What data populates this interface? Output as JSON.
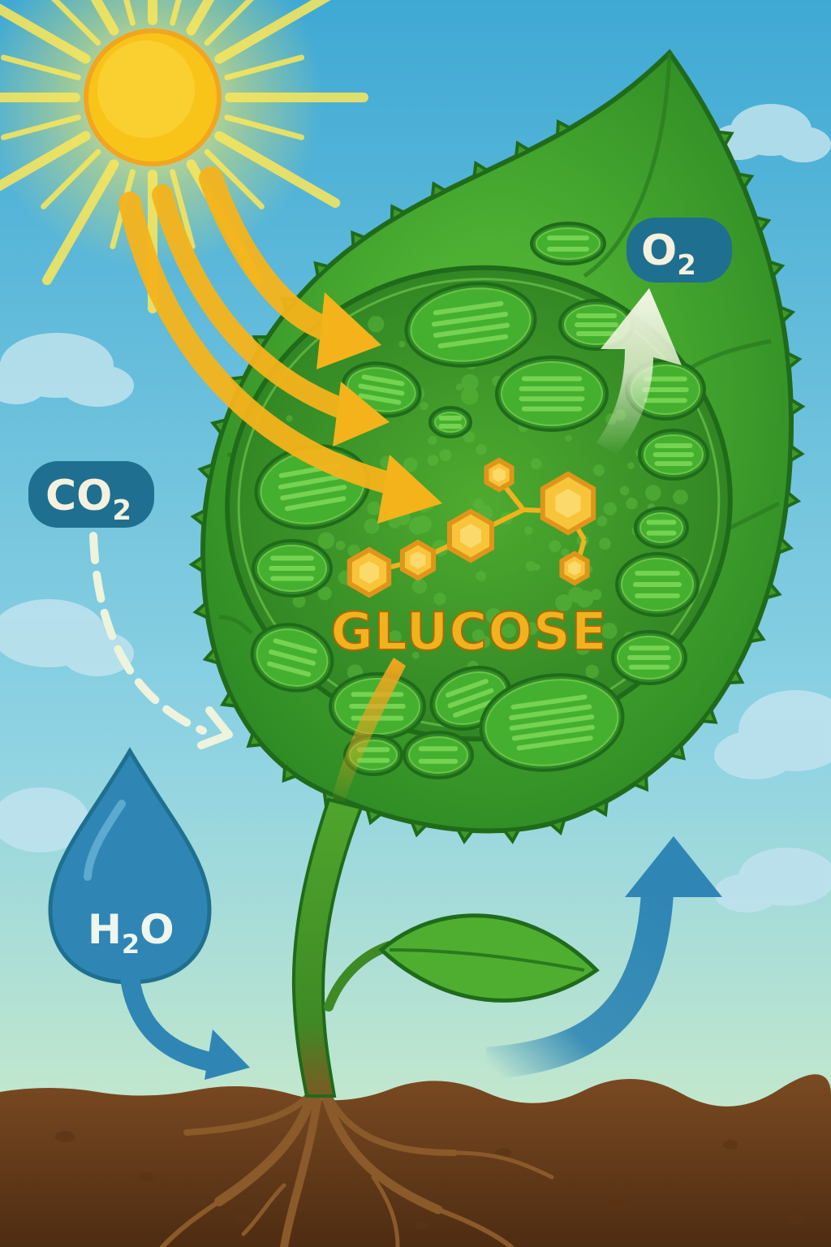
{
  "labels": {
    "co2": {
      "main": "CO",
      "sub": "2"
    },
    "o2": {
      "main": "O",
      "sub": "2"
    },
    "h2o": {
      "pre": "H",
      "sub": "2",
      "post": "O"
    },
    "glucose": "GLUCOSE"
  },
  "colors": {
    "sky_top": "#3fa9d4",
    "sky_bottom": "#d6efc4",
    "sun": "#f8c41a",
    "sun_ray": "#fbe75a",
    "leaf": "#3d9a2a",
    "leaf_dark": "#1f6b1a",
    "cell_fill": "#2f8a24",
    "chloroplast": "#3fae2e",
    "glucose": "#f2b21e",
    "water": "#2f86b4",
    "label_bg": "#1f6f90",
    "label_text": "#f4f1de",
    "soil": "#6b3f1c",
    "roots": "#8a5a2a"
  },
  "icons": [
    "sun-icon",
    "water-drop-icon",
    "leaf-icon",
    "glucose-molecule-icon",
    "arrow-icon"
  ]
}
